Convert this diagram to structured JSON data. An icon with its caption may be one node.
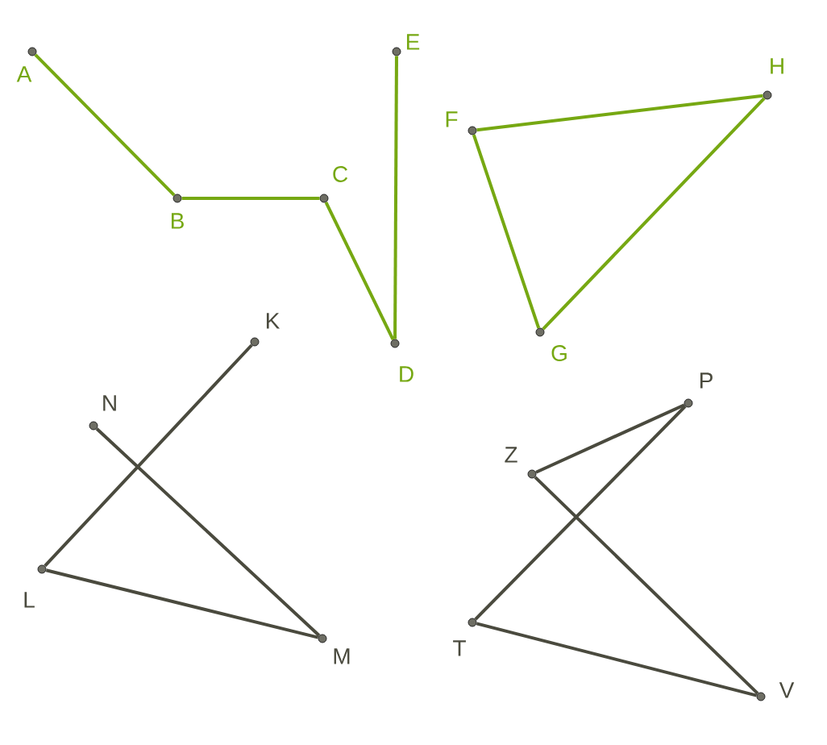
{
  "diagram": {
    "nodes": [
      {
        "text": [],
        "shape": "circle",
        "beside": [
          "A"
        ]
      },
      {
        "text": [],
        "shape": "circle",
        "beside": [
          "B"
        ]
      },
      {
        "text": [],
        "shape": "circle",
        "beside": [
          "C"
        ]
      },
      {
        "text": [],
        "shape": "circle",
        "beside": [
          "D"
        ]
      },
      {
        "text": [],
        "shape": "circle",
        "beside": [
          "E"
        ]
      },
      {
        "text": [],
        "shape": "circle",
        "beside": [
          "F"
        ]
      },
      {
        "text": [],
        "shape": "circle",
        "beside": [
          "H"
        ]
      },
      {
        "text": [],
        "shape": "circle",
        "beside": [
          "G"
        ]
      },
      {
        "text": [],
        "shape": "circle",
        "beside": [
          "K"
        ]
      },
      {
        "text": [],
        "shape": "circle",
        "beside": [
          "N"
        ]
      },
      {
        "text": [],
        "shape": "circle",
        "beside": [
          "L"
        ]
      },
      {
        "text": [],
        "shape": "circle",
        "beside": [
          "M"
        ]
      },
      {
        "text": [],
        "shape": "circle",
        "beside": [
          "P"
        ]
      },
      {
        "text": [],
        "shape": "circle",
        "beside": [
          "Z"
        ]
      },
      {
        "text": [],
        "shape": "circle",
        "beside": [
          "T"
        ]
      },
      {
        "text": [],
        "shape": "circle",
        "beside": [
          "V"
        ]
      }
    ],
    "edges": [
      {
        "from": 0,
        "to": 1,
        "arrow": "none",
        "color": "#76a812"
      },
      {
        "from": 1,
        "to": 2,
        "arrow": "none",
        "color": "#76a812"
      },
      {
        "from": 2,
        "to": 3,
        "arrow": "none",
        "color": "#76a812"
      },
      {
        "from": 3,
        "to": 4,
        "arrow": "none",
        "color": "#76a812"
      },
      {
        "from": 5,
        "to": 6,
        "arrow": "none",
        "color": "#76a812"
      },
      {
        "from": 6,
        "to": 7,
        "arrow": "none",
        "color": "#76a812"
      },
      {
        "from": 7,
        "to": 5,
        "arrow": "none",
        "color": "#76a812"
      },
      {
        "from": 8,
        "to": 10,
        "arrow": "none",
        "color": "#4a4a3e"
      },
      {
        "from": 10,
        "to": 11,
        "arrow": "none",
        "color": "#4a4a3e"
      },
      {
        "from": 11,
        "to": 9,
        "arrow": "none",
        "color": "#4a4a3e"
      },
      {
        "from": 12,
        "to": 13,
        "arrow": "none",
        "color": "#4a4a3e"
      },
      {
        "from": 13,
        "to": 15,
        "arrow": "none",
        "color": "#4a4a3e"
      },
      {
        "from": 15,
        "to": 14,
        "arrow": "none",
        "color": "#4a4a3e"
      },
      {
        "from": 14,
        "to": 12,
        "arrow": "none",
        "color": "#4a4a3e"
      }
    ]
  }
}
